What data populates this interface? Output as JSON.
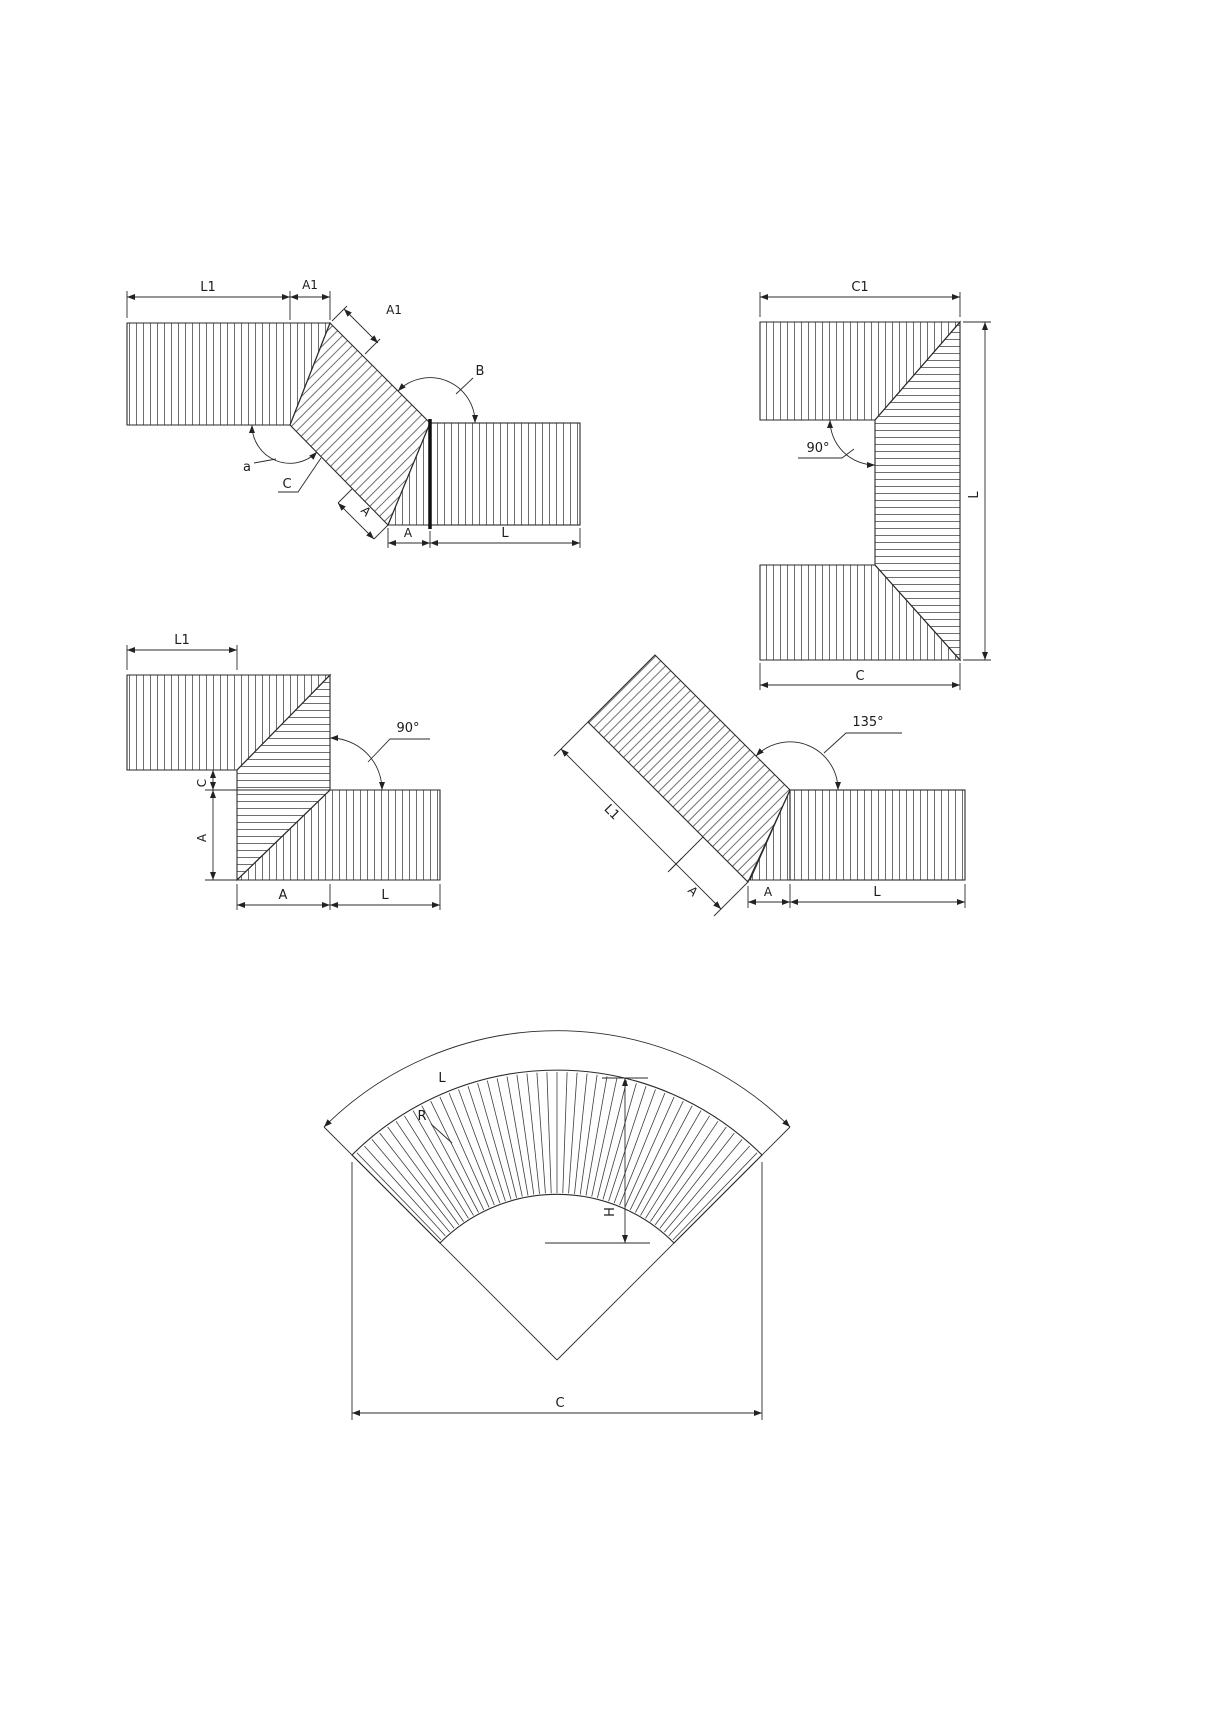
{
  "colors": {
    "line": "#2b2b2b",
    "hatch": "#3e3e3e",
    "background": "#ffffff"
  },
  "diagram_45_offset_joint": {
    "dim_l1": "L1",
    "dim_a1_top": "A1",
    "dim_a1_diagonal": "A1",
    "angle_b_label": "B",
    "angle_a_label": "a",
    "dim_c": "C",
    "dim_a_diagonal": "A",
    "dim_a_bottom": "A",
    "dim_l": "L"
  },
  "diagram_u_shape_90": {
    "dim_c1": "C1",
    "angle_label": "90°",
    "dim_l": "L",
    "dim_c": "C"
  },
  "diagram_corner_90": {
    "dim_l1": "L1",
    "angle_label": "90°",
    "dim_c": "C",
    "dim_a_side": "A",
    "dim_a_bottom": "A",
    "dim_l": "L"
  },
  "diagram_angle_135": {
    "angle_label": "135°",
    "dim_l1": "L1",
    "dim_a_diagonal": "A",
    "dim_a_bottom": "A",
    "dim_l": "L"
  },
  "diagram_curve_segment": {
    "dim_l": "L",
    "dim_r": "R",
    "dim_h": "H",
    "dim_c": "C"
  }
}
